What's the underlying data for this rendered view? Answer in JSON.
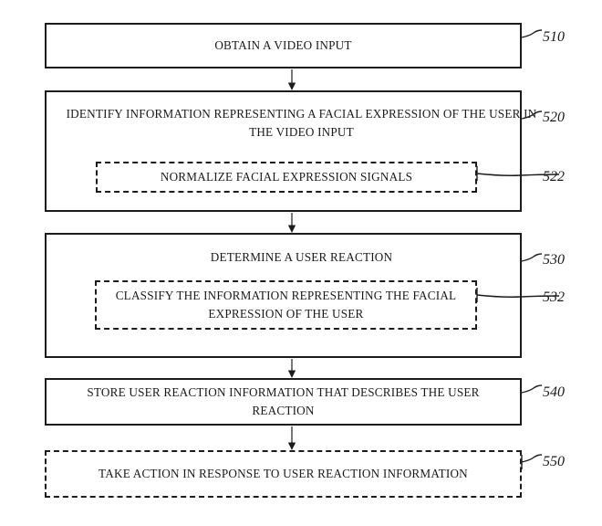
{
  "figure": {
    "type": "patent-flowchart",
    "background_color": "#ffffff",
    "line_color": "#1c1c1c"
  },
  "steps": [
    {
      "ref": "510",
      "text": "OBTAIN A VIDEO INPUT",
      "style": "solid"
    },
    {
      "ref": "520",
      "text": "IDENTIFY INFORMATION REPRESENTING A FACIAL EXPRESSION OF THE USER IN THE VIDEO INPUT",
      "style": "solid",
      "substep": {
        "ref": "522",
        "text": "NORMALIZE FACIAL EXPRESSION SIGNALS",
        "style": "dashed"
      }
    },
    {
      "ref": "530",
      "text": "DETERMINE A USER REACTION",
      "style": "solid",
      "substep": {
        "ref": "532",
        "text": "CLASSIFY THE INFORMATION REPRESENTING THE FACIAL EXPRESSION OF THE USER",
        "style": "dashed"
      }
    },
    {
      "ref": "540",
      "text": "STORE USER REACTION INFORMATION THAT DESCRIBES THE USER REACTION",
      "style": "solid"
    },
    {
      "ref": "550",
      "text": "TAKE ACTION IN RESPONSE TO USER REACTION INFORMATION",
      "style": "dashed"
    }
  ]
}
